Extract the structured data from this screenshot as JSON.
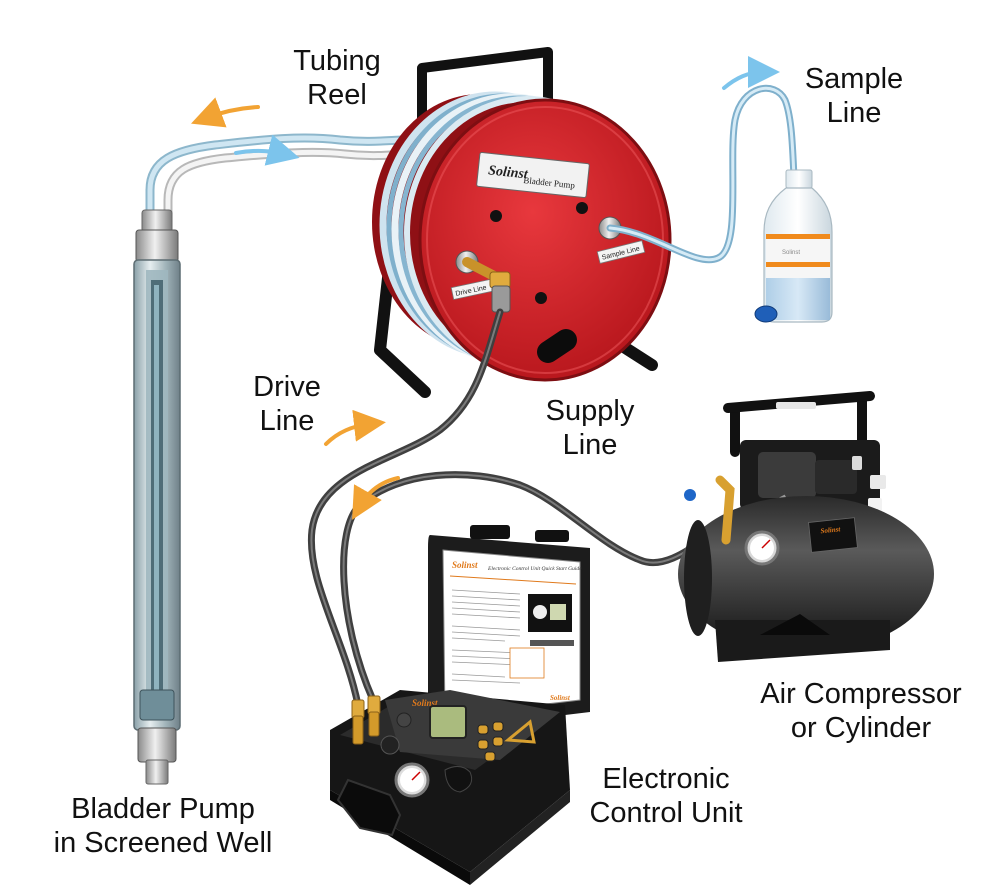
{
  "labels": {
    "tubing_reel": [
      "Tubing",
      "Reel"
    ],
    "sample_line": [
      "Sample",
      "Line"
    ],
    "drive_line": [
      "Drive",
      "Line"
    ],
    "supply_line": [
      "Supply",
      "Line"
    ],
    "air_compressor": [
      "Air Compressor",
      "or Cylinder"
    ],
    "control_unit": [
      "Electronic",
      "Control Unit"
    ],
    "bladder_pump": [
      "Bladder Pump",
      "in Screened Well"
    ]
  },
  "reel_decal": {
    "brand": "Solinst",
    "product": "Bladder Pump"
  },
  "port_tags": {
    "drive": "Drive Line",
    "sample": "Sample Line"
  },
  "bottle_label": "Solinst",
  "control_unit_screen": {
    "brand": "Solinst",
    "guide_title": "Electronic Control Unit Quick Start Guide",
    "footer_brand": "Solinst"
  },
  "panel_brand": "Solinst",
  "compressor_plate": "Solinst",
  "colors": {
    "reel_red": "#d71f26",
    "flow_arrow_orange": "#f2a333",
    "flow_arrow_blue": "#7cc4ec",
    "tube_blue": "#a9d1e6",
    "hose_gray": "#4d4d4d",
    "brass": "#d8a030"
  }
}
